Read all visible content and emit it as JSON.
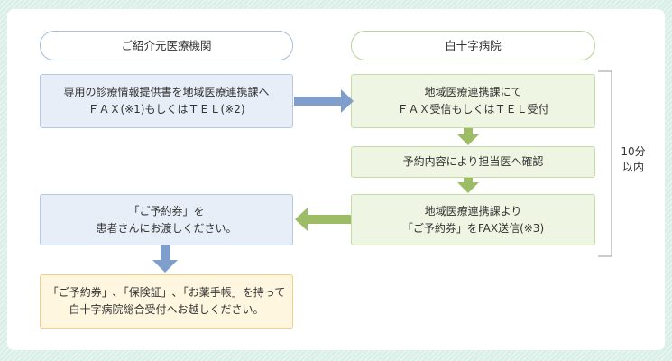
{
  "left_header": "ご紹介元医療機関",
  "right_header": "白十字病院",
  "left_step1": [
    "専用の診療情報提供書を地域医療連携課へ",
    "ＦＡＸ(※1)もしくはＴＥＬ(※2)"
  ],
  "right_step1": [
    "地域医療連携課にて",
    "ＦＡＸ受信もしくはＴＥＬ受付"
  ],
  "right_step2": "予約内容により担当医へ確認",
  "right_step3": [
    "地域医療連携課より",
    "「ご予約券」をFAX送信(※3)"
  ],
  "left_step2": [
    "「ご予約券」を",
    "患者さんにお渡しください。"
  ],
  "left_step3": [
    "「ご予約券」､「保険証」､「お薬手帳」を持って",
    "白十字病院総合受付へお越しください。"
  ],
  "duration_label": [
    "10分",
    "以内"
  ],
  "colors": {
    "blue_arrow": "#7f9ecb",
    "green_arrow": "#9cbc66",
    "bracket": "#999999"
  }
}
